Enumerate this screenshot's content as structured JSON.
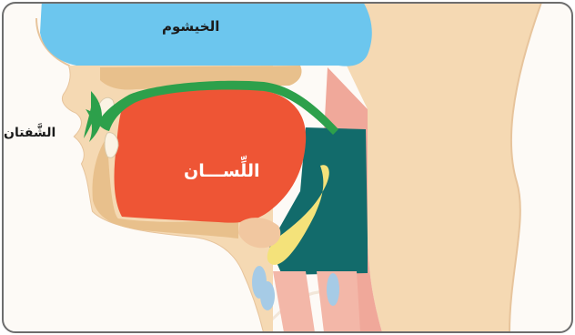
{
  "labels": {
    "nasal_cavity": "الخيشوم",
    "lips": "الشَّفتان",
    "tongue": "اللِّســـان"
  },
  "colors": {
    "skin": "#f5d9b3",
    "nasal_cavity": "#6cc6ee",
    "tongue": "#ee5535",
    "palate": "#2da04b",
    "pharynx": "#126b6b",
    "epiglottis": "#f4e27a",
    "throat_muscle": "#f0a89a",
    "trachea": "#a6cbe6",
    "border": "#6d6d6d"
  }
}
